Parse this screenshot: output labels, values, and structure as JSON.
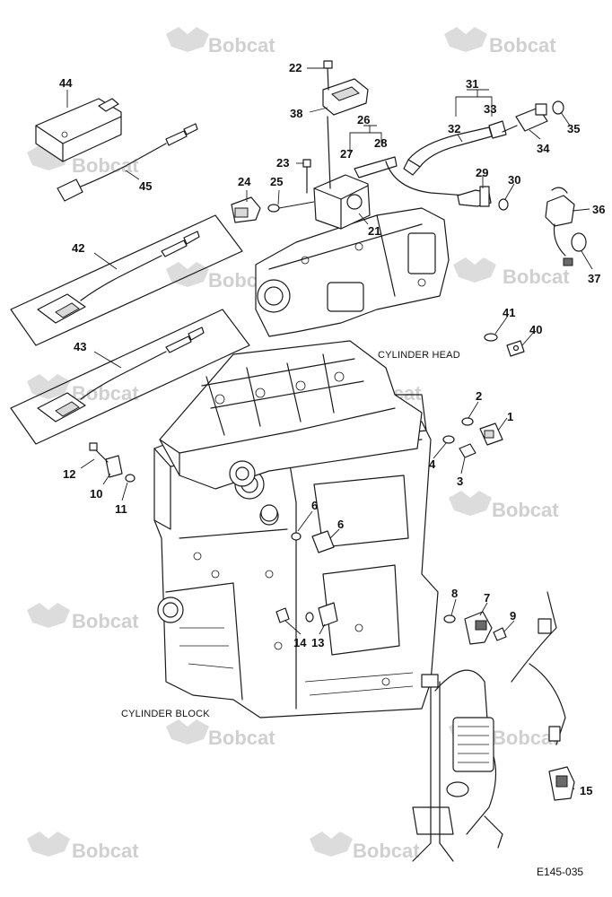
{
  "figure_code": "E145-035",
  "captions": {
    "cylinder_head": "CYLINDER HEAD",
    "cylinder_block": "CYLINDER BLOCK"
  },
  "watermark": {
    "text": "Bobcat",
    "color": "#d0d0d0"
  },
  "callouts": [
    {
      "id": "c1",
      "label": "1"
    },
    {
      "id": "c2",
      "label": "2"
    },
    {
      "id": "c3",
      "label": "3"
    },
    {
      "id": "c4",
      "label": "4"
    },
    {
      "id": "c6a",
      "label": "6"
    },
    {
      "id": "c6b",
      "label": "6"
    },
    {
      "id": "c7",
      "label": "7"
    },
    {
      "id": "c8",
      "label": "8"
    },
    {
      "id": "c9",
      "label": "9"
    },
    {
      "id": "c10",
      "label": "10"
    },
    {
      "id": "c11",
      "label": "11"
    },
    {
      "id": "c12",
      "label": "12"
    },
    {
      "id": "c13",
      "label": "13"
    },
    {
      "id": "c14",
      "label": "14"
    },
    {
      "id": "c15",
      "label": "15"
    },
    {
      "id": "c21",
      "label": "21"
    },
    {
      "id": "c22",
      "label": "22"
    },
    {
      "id": "c23",
      "label": "23"
    },
    {
      "id": "c24",
      "label": "24"
    },
    {
      "id": "c25",
      "label": "25"
    },
    {
      "id": "c26",
      "label": "26"
    },
    {
      "id": "c27",
      "label": "27"
    },
    {
      "id": "c28",
      "label": "28"
    },
    {
      "id": "c29",
      "label": "29"
    },
    {
      "id": "c30",
      "label": "30"
    },
    {
      "id": "c31",
      "label": "31"
    },
    {
      "id": "c32",
      "label": "32"
    },
    {
      "id": "c33",
      "label": "33"
    },
    {
      "id": "c34",
      "label": "34"
    },
    {
      "id": "c35",
      "label": "35"
    },
    {
      "id": "c36",
      "label": "36"
    },
    {
      "id": "c37",
      "label": "37"
    },
    {
      "id": "c38",
      "label": "38"
    },
    {
      "id": "c40",
      "label": "40"
    },
    {
      "id": "c41",
      "label": "41"
    },
    {
      "id": "c42",
      "label": "42"
    },
    {
      "id": "c43",
      "label": "43"
    },
    {
      "id": "c44",
      "label": "44"
    },
    {
      "id": "c45",
      "label": "45"
    }
  ]
}
